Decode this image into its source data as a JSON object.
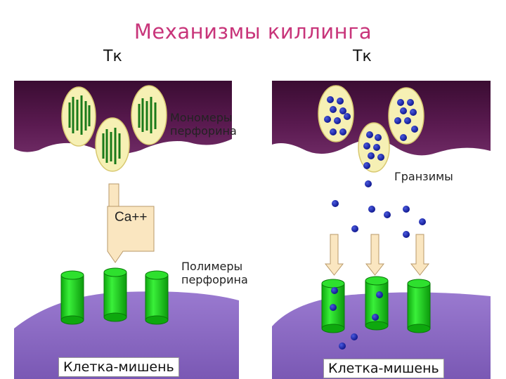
{
  "title": "Механизмы киллинга",
  "left_panel": {
    "cell_label": "Тк",
    "monomer_label_line1": "Мономеры",
    "monomer_label_line2": "перфорина",
    "calcium_label": "Ca++",
    "polymer_label_line1": "Полимеры",
    "polymer_label_line2": "перфорина",
    "target_label": "Клетка-мишень"
  },
  "right_panel": {
    "cell_label": "Тк",
    "granzyme_label": "Гранзимы",
    "target_label": "Клетка-мишень"
  },
  "colors": {
    "killer_cell": "#4a1040",
    "target_cell": "#8a66c0",
    "granule": "#f6f0b4",
    "perforin_channel": "#22cc22",
    "granzyme": "#1a24a0",
    "arrow_fill": "#fae6c0",
    "title": "#c8357a"
  }
}
